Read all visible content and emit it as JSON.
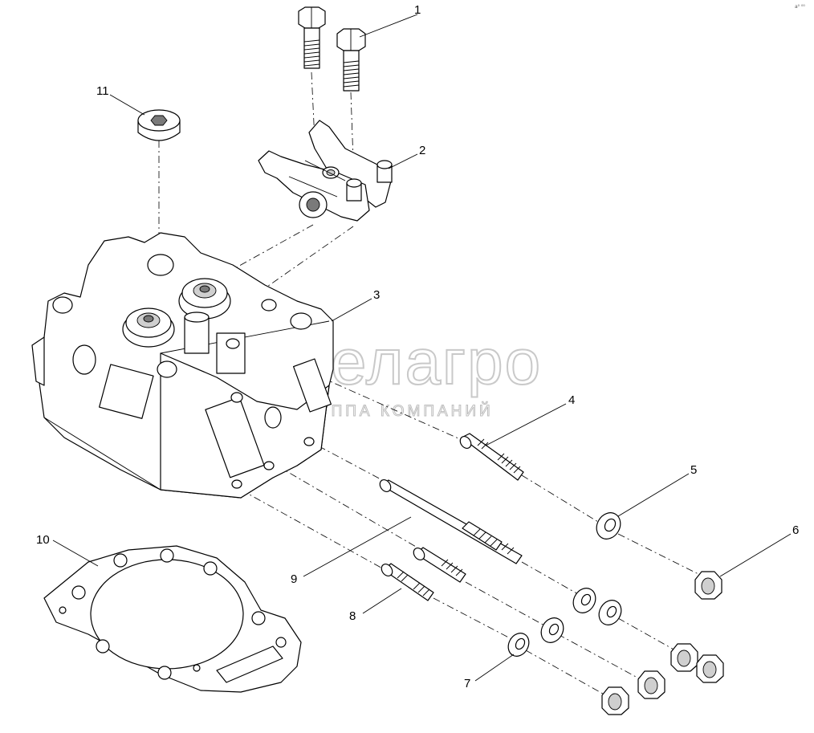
{
  "watermark": {
    "brand": "белагро",
    "tagline": "ГРУППА КОМПАНИЙ"
  },
  "corner_mark": "a⁰ ⁰⁰",
  "callouts": [
    {
      "id": "1",
      "label": "1"
    },
    {
      "id": "2",
      "label": "2"
    },
    {
      "id": "3",
      "label": "3"
    },
    {
      "id": "4",
      "label": "4"
    },
    {
      "id": "5",
      "label": "5"
    },
    {
      "id": "6",
      "label": "6"
    },
    {
      "id": "7",
      "label": "7"
    },
    {
      "id": "8",
      "label": "8"
    },
    {
      "id": "9",
      "label": "9"
    },
    {
      "id": "10",
      "label": "10"
    },
    {
      "id": "11",
      "label": "11"
    }
  ]
}
